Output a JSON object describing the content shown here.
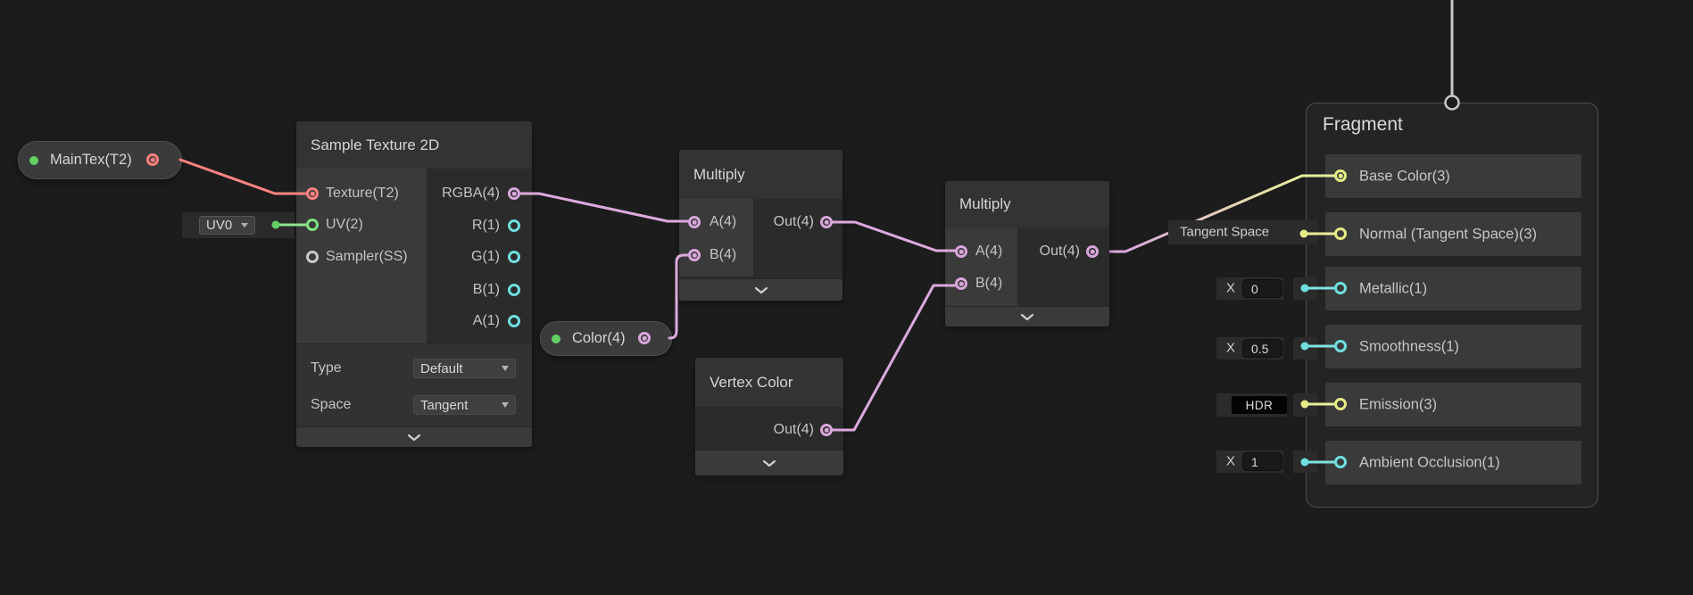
{
  "palette": {
    "wire_texture2d": "#ff8383",
    "wire_vector2": "#8be78b",
    "wire_vector4": "#dcaade",
    "wire_vector3": "#e9ef9b",
    "wire_float": "#7fe3e3",
    "wire_master": "#c8c8c8"
  },
  "pills": {
    "maintex": {
      "label": "MainTex(T2)"
    },
    "color": {
      "label": "Color(4)"
    }
  },
  "widgets": {
    "uv": {
      "value": "UV0"
    },
    "tangent_space": {
      "label": "Tangent Space"
    },
    "metallic": {
      "prefix": "X",
      "value": "0"
    },
    "smoothness": {
      "prefix": "X",
      "value": "0.5"
    },
    "emission": {
      "value": "HDR"
    },
    "ambient_occlusion": {
      "prefix": "X",
      "value": "1"
    }
  },
  "nodes": {
    "sample_texture": {
      "title": "Sample Texture 2D",
      "inputs": [
        "Texture(T2)",
        "UV(2)",
        "Sampler(SS)"
      ],
      "outputs": [
        "RGBA(4)",
        "R(1)",
        "G(1)",
        "B(1)",
        "A(1)"
      ],
      "controls": [
        {
          "label": "Type",
          "value": "Default"
        },
        {
          "label": "Space",
          "value": "Tangent"
        }
      ]
    },
    "multiply1": {
      "title": "Multiply",
      "inputs": [
        "A(4)",
        "B(4)"
      ],
      "outputs": [
        "Out(4)"
      ]
    },
    "multiply2": {
      "title": "Multiply",
      "inputs": [
        "A(4)",
        "B(4)"
      ],
      "outputs": [
        "Out(4)"
      ]
    },
    "vertex_color": {
      "title": "Vertex Color",
      "outputs": [
        "Out(4)"
      ]
    },
    "fragment": {
      "title": "Fragment",
      "rows": [
        {
          "label": "Base Color(3)"
        },
        {
          "label": "Normal (Tangent Space)(3)"
        },
        {
          "label": "Metallic(1)"
        },
        {
          "label": "Smoothness(1)"
        },
        {
          "label": "Emission(3)"
        },
        {
          "label": "Ambient Occlusion(1)"
        }
      ]
    }
  }
}
